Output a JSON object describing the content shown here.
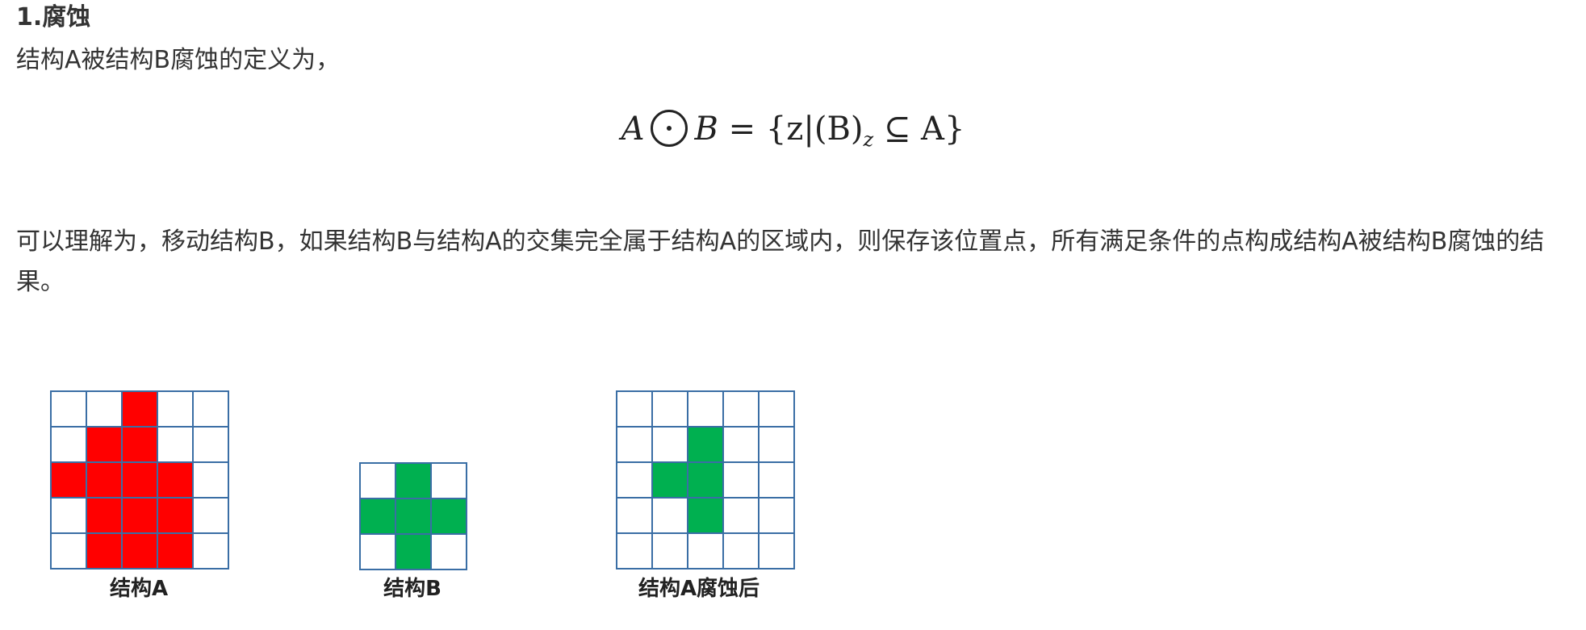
{
  "heading": "1.腐蚀",
  "definition_intro": "结构A被结构B腐蚀的定义为，",
  "formula": {
    "lhs_a": "A",
    "operator": "circled-dot-erosion",
    "lhs_b": "B",
    "equals": "=",
    "rhs_open": "{z|(B)",
    "rhs_sub": "z",
    "rhs_close": "⊆ A}"
  },
  "explanation": "可以理解为，移动结构B，如果结构B与结构A的交集完全属于结构A的区域内，则保存该位置点，所有满足条件的点构成结构A被结构B腐蚀的结果。",
  "colors": {
    "grid_line": "#3a6ea5",
    "structure_a_fill": "#ff0000",
    "structure_b_fill": "#00b050",
    "result_fill": "#00b050"
  },
  "figures": [
    {
      "caption": "结构A",
      "rows": 5,
      "cols": 5,
      "color": "#ff0000",
      "filled": [
        [
          0,
          0,
          1,
          0,
          0
        ],
        [
          0,
          1,
          1,
          0,
          0
        ],
        [
          1,
          1,
          1,
          1,
          0
        ],
        [
          0,
          1,
          1,
          1,
          0
        ],
        [
          0,
          1,
          1,
          1,
          0
        ]
      ]
    },
    {
      "caption": "结构B",
      "rows": 3,
      "cols": 3,
      "color": "#00b050",
      "filled": [
        [
          0,
          1,
          0
        ],
        [
          1,
          1,
          1
        ],
        [
          0,
          1,
          0
        ]
      ]
    },
    {
      "caption": "结构A腐蚀后",
      "rows": 5,
      "cols": 5,
      "color": "#00b050",
      "filled": [
        [
          0,
          0,
          0,
          0,
          0
        ],
        [
          0,
          0,
          1,
          0,
          0
        ],
        [
          0,
          1,
          1,
          0,
          0
        ],
        [
          0,
          0,
          1,
          0,
          0
        ],
        [
          0,
          0,
          0,
          0,
          0
        ]
      ]
    }
  ]
}
